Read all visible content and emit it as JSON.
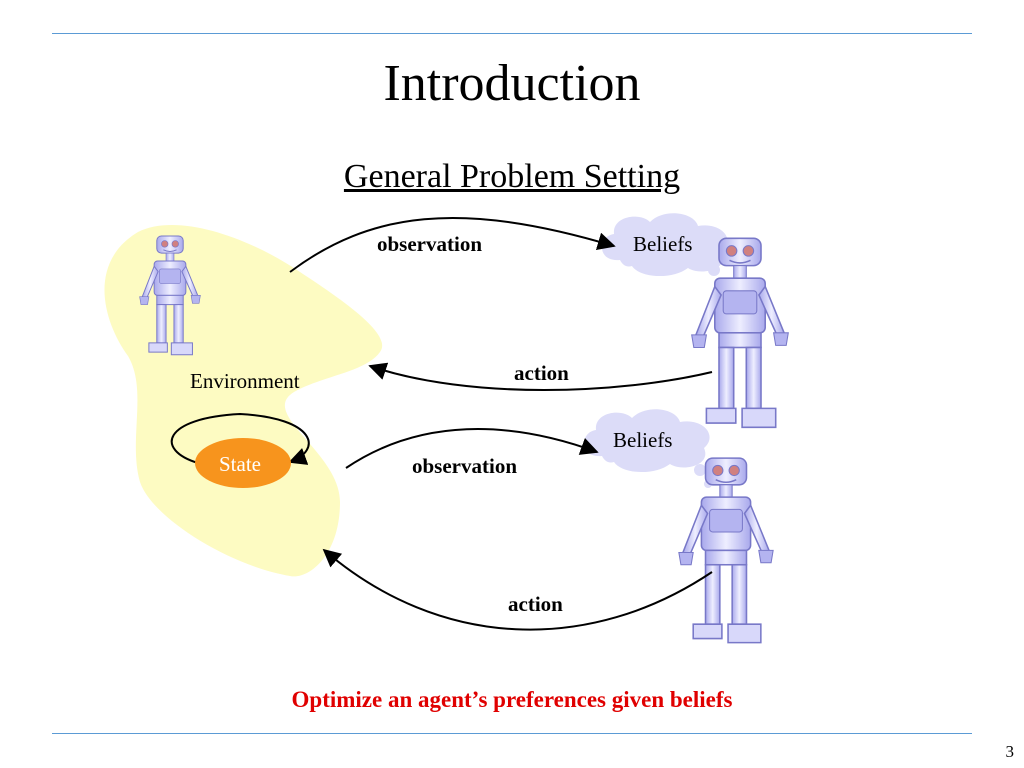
{
  "slide": {
    "title": "Introduction",
    "subtitle": "General Problem Setting",
    "page_number": "3"
  },
  "diagram": {
    "environment_label": "Environment",
    "state_label": "State",
    "beliefs_top": "Beliefs",
    "beliefs_bottom": "Beliefs",
    "observation_top": "observation",
    "action_top": "action",
    "observation_bottom": "observation",
    "action_bottom": "action"
  },
  "footer_statement": "Optimize an agent’s preferences given beliefs",
  "colors": {
    "rule": "#5b9bd5",
    "environment_blob": "#fdfbc2",
    "state_node": "#f7941d",
    "cloud": "#dcdcf8",
    "robot": "#c8c8f4",
    "emphasis": "#e00000"
  },
  "icons": [
    "environment-robot-icon",
    "agent-robot-icon",
    "thought-cloud-icon"
  ]
}
